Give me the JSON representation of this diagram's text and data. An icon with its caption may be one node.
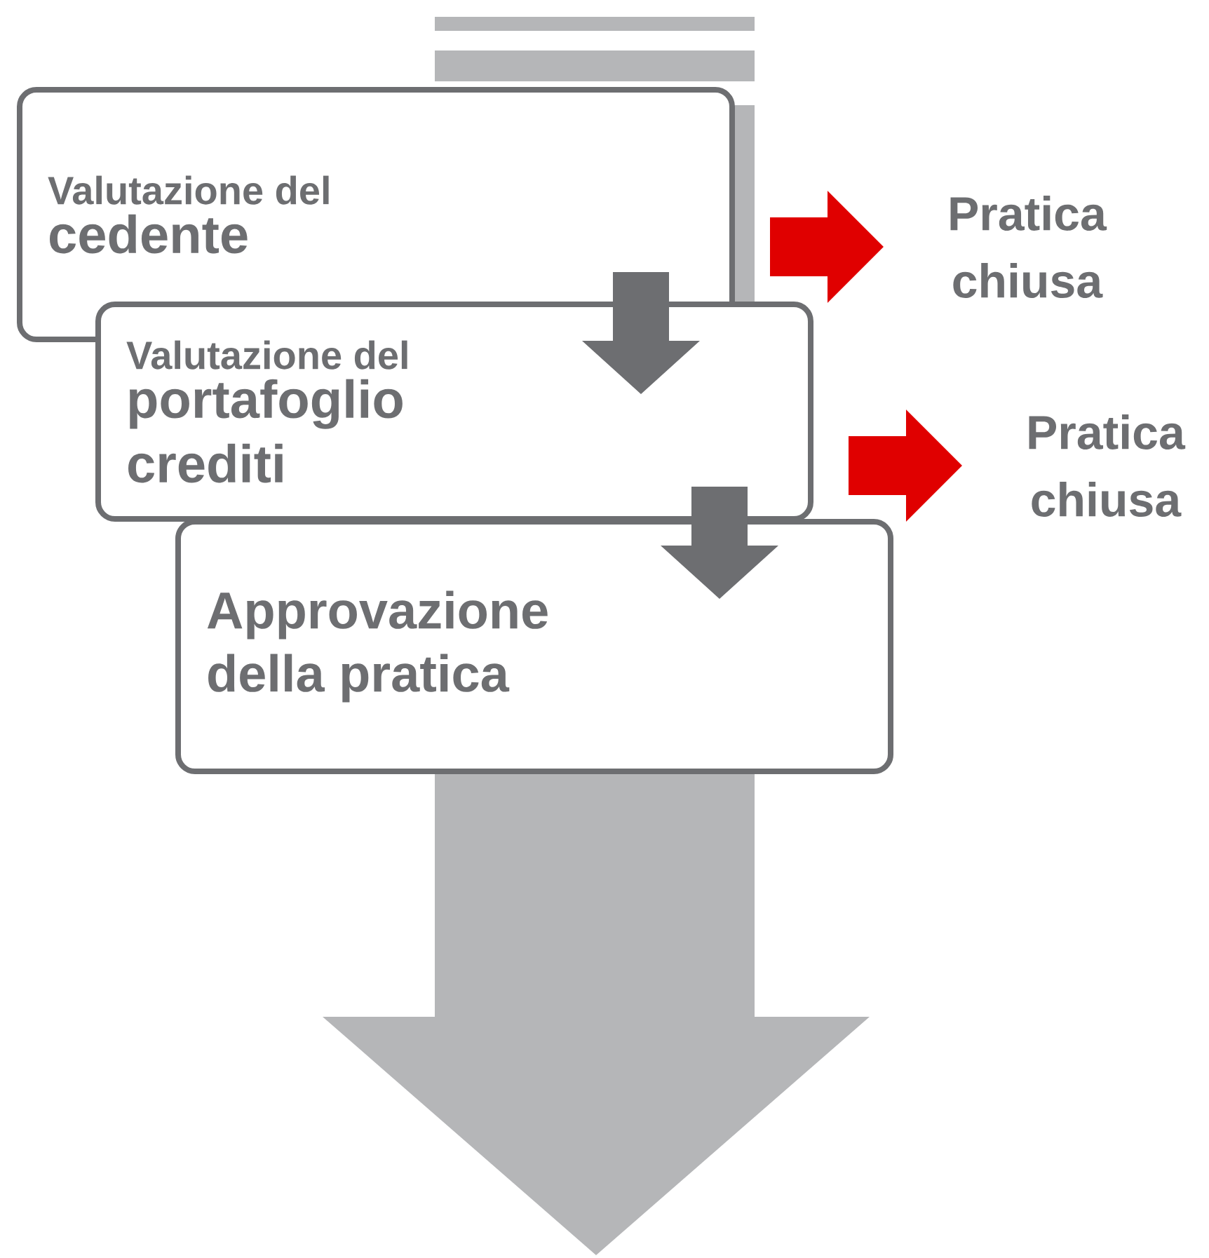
{
  "diagram": {
    "nodes": [
      {
        "text": [
          "Valutazione del",
          "cedente"
        ]
      },
      {
        "text": [
          "Valutazione del",
          "portafoglio crediti"
        ]
      },
      {
        "text": [
          "Approvazione della pratica"
        ]
      },
      {
        "text": [
          "Pratica chiusa"
        ]
      },
      {
        "text": [
          "Pratica chiusa"
        ]
      }
    ],
    "edges": [
      {
        "from": 0,
        "to": 1,
        "arrow": "to",
        "color": "#6d6e71"
      },
      {
        "from": 1,
        "to": 2,
        "arrow": "to",
        "color": "#6d6e71"
      },
      {
        "from": 0,
        "to": 3,
        "arrow": "to",
        "color": "#e00000"
      },
      {
        "from": 1,
        "to": 4,
        "arrow": "to",
        "color": "#e00000"
      }
    ]
  }
}
